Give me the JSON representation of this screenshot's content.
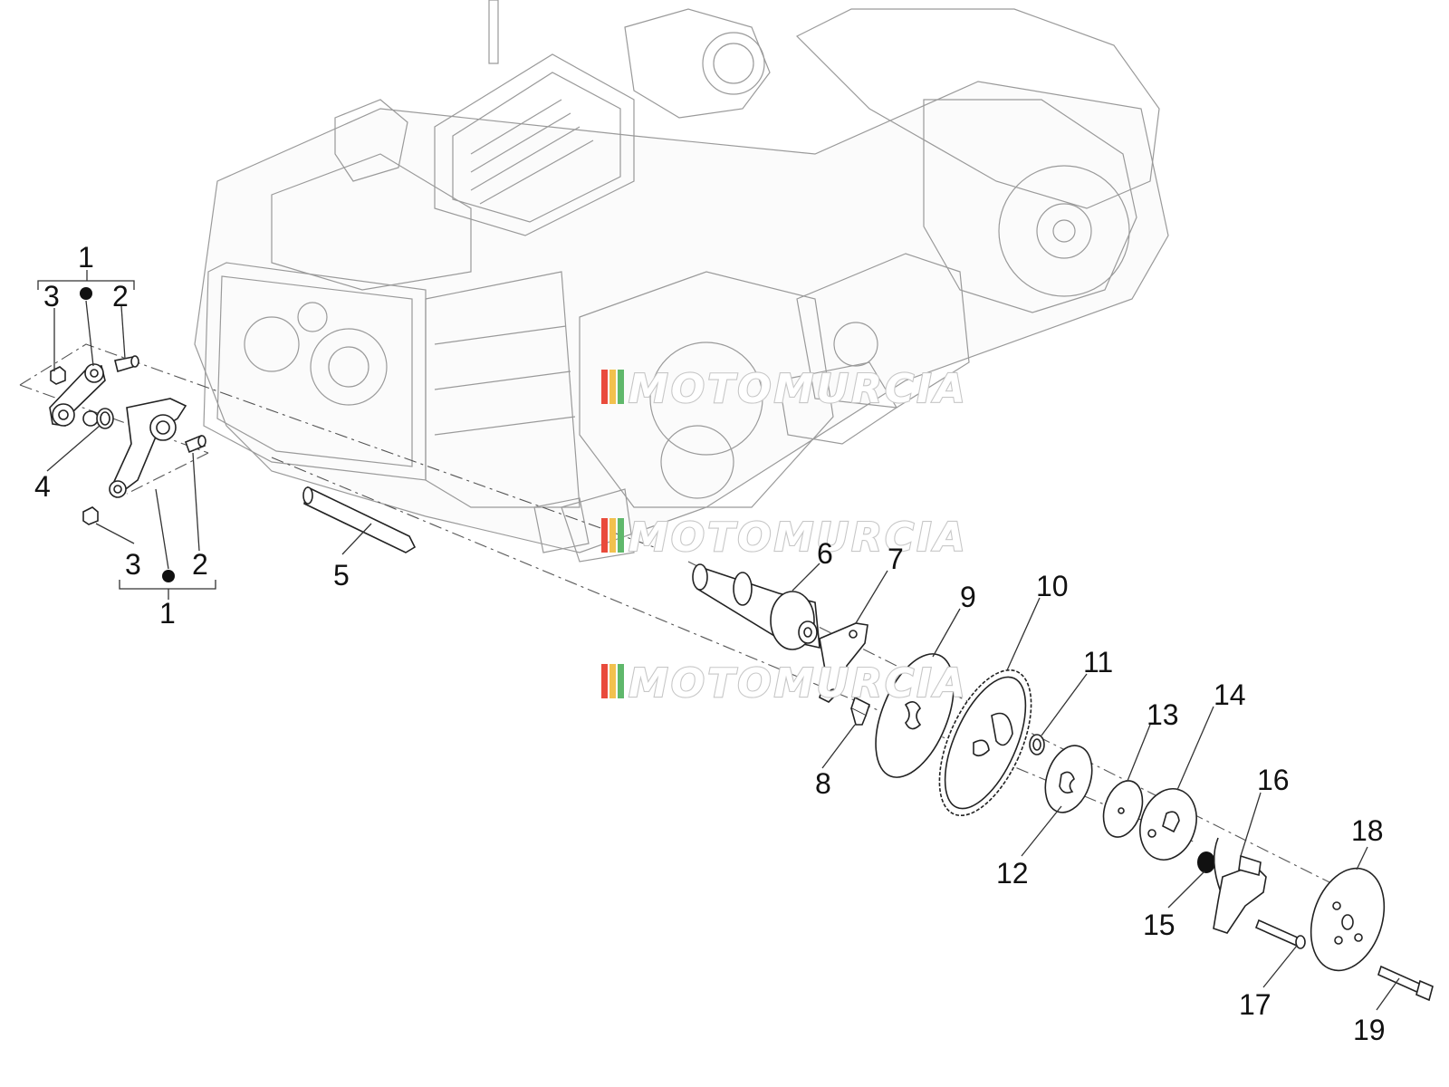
{
  "callouts": {
    "c1_top": "1",
    "c2_top": "2",
    "c3_top": "3",
    "c4": "4",
    "c5": "5",
    "c3_bot": "3",
    "c2_bot": "2",
    "c1_bot": "1",
    "c6": "6",
    "c7": "7",
    "c8": "8",
    "c9": "9",
    "c10": "10",
    "c11": "11",
    "c12": "12",
    "c13": "13",
    "c14": "14",
    "c15": "15",
    "c16": "16",
    "c17": "17",
    "c18": "18",
    "c19": "19"
  },
  "watermark": {
    "text": "MOTOMURCIA",
    "colors": [
      "#e94b3c",
      "#f2c14e",
      "#5fb86b",
      "#c9c9c9"
    ]
  }
}
